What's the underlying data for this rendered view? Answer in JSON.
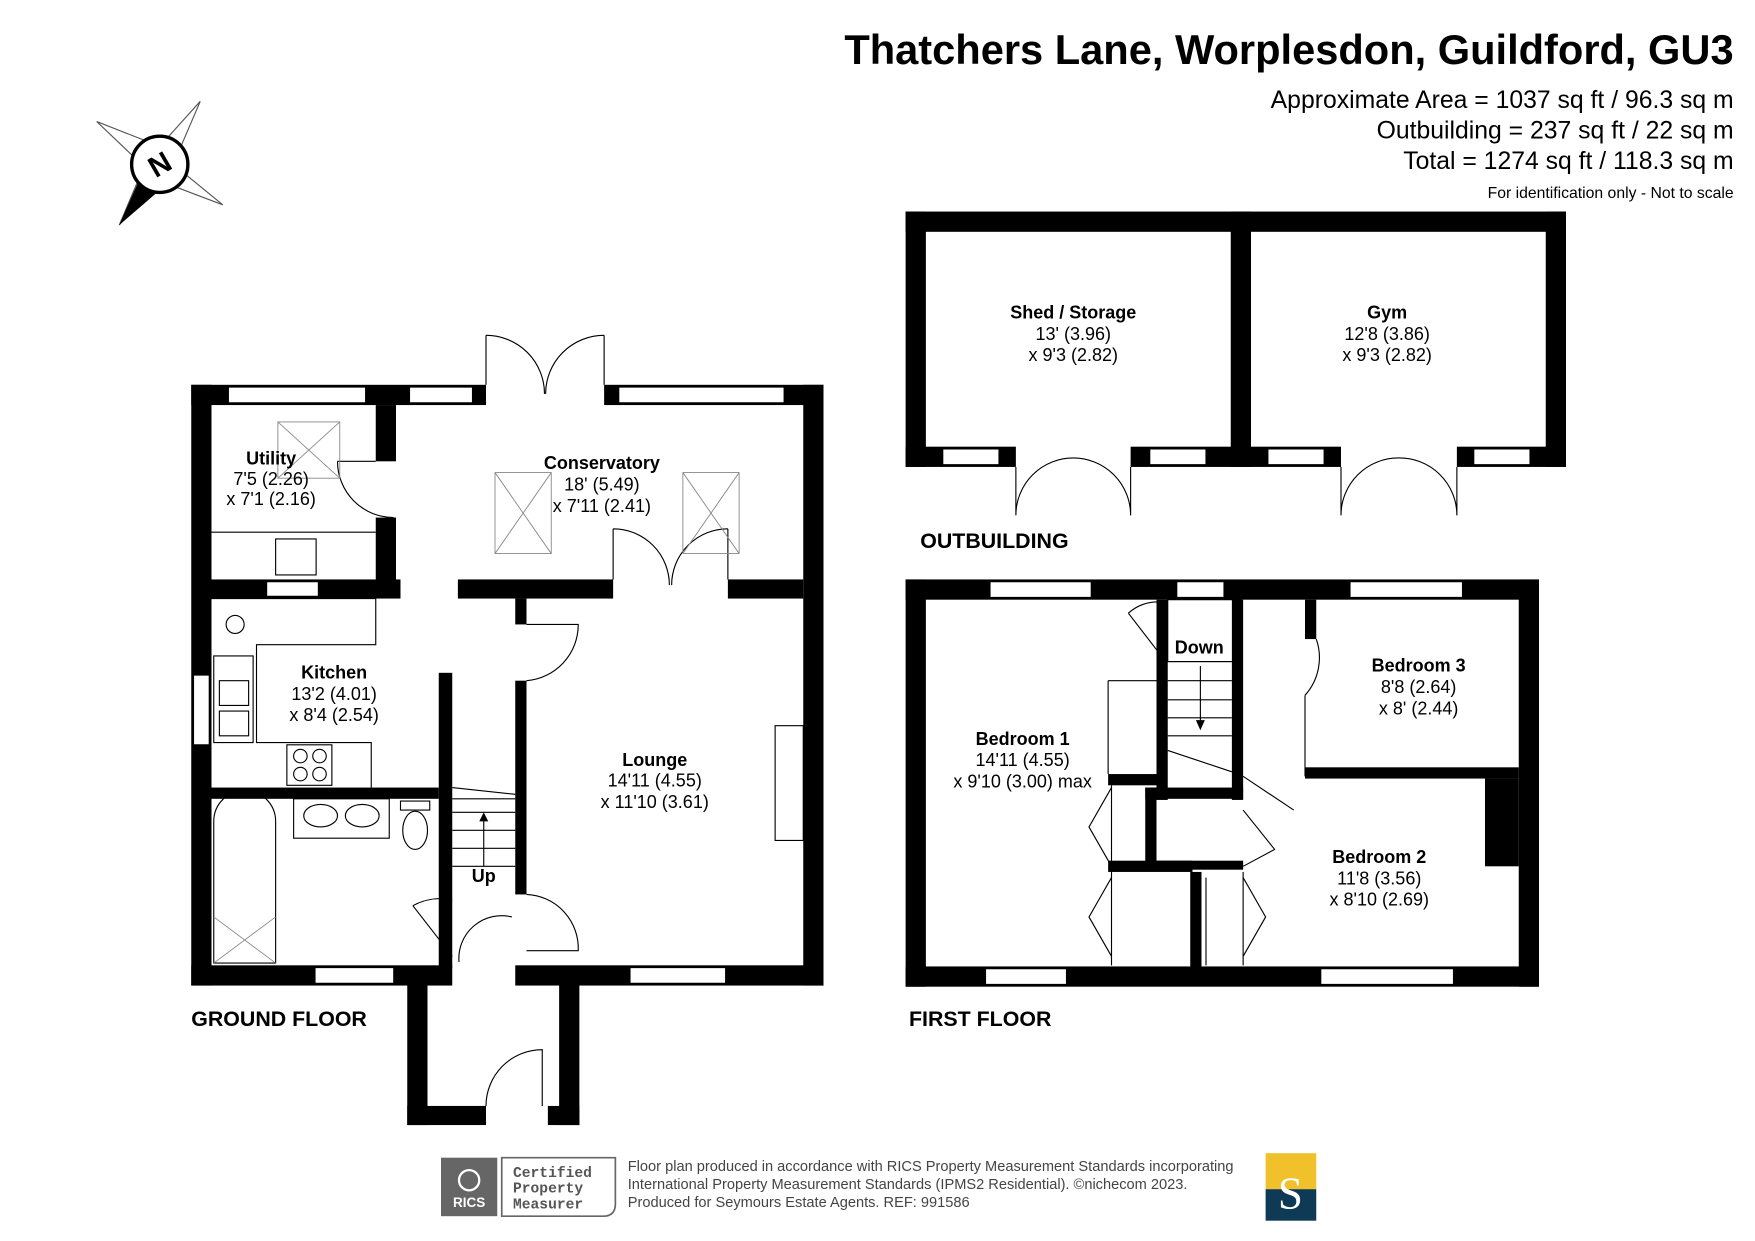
{
  "header": {
    "title": "Thatchers Lane, Worplesdon, Guildford, GU3",
    "area_lines": [
      "Approximate Area = 1037 sq ft / 96.3 sq m",
      "Outbuilding = 237 sq ft / 22 sq m",
      "Total = 1274 sq ft / 118.3 sq m"
    ],
    "note": "For identification only - Not to scale"
  },
  "compass": {
    "label": "N"
  },
  "ground_floor": {
    "label": "GROUND FLOOR",
    "rooms": {
      "utility": {
        "name": "Utility",
        "dim1": "7'5 (2.26)",
        "dim2": "x 7'1 (2.16)"
      },
      "conservatory": {
        "name": "Conservatory",
        "dim1": "18' (5.49)",
        "dim2": "x 7'11 (2.41)"
      },
      "kitchen": {
        "name": "Kitchen",
        "dim1": "13'2 (4.01)",
        "dim2": "x 8'4 (2.54)"
      },
      "lounge": {
        "name": "Lounge",
        "dim1": "14'11 (4.55)",
        "dim2": "x 11'10 (3.61)"
      }
    },
    "stairs_label": "Up"
  },
  "outbuilding": {
    "label": "OUTBUILDING",
    "rooms": {
      "shed": {
        "name": "Shed / Storage",
        "dim1": "13' (3.96)",
        "dim2": "x 9'3 (2.82)"
      },
      "gym": {
        "name": "Gym",
        "dim1": "12'8 (3.86)",
        "dim2": "x 9'3 (2.82)"
      }
    }
  },
  "first_floor": {
    "label": "FIRST FLOOR",
    "rooms": {
      "bedroom1": {
        "name": "Bedroom 1",
        "dim1": "14'11 (4.55)",
        "dim2": "x 9'10 (3.00) max"
      },
      "bedroom2": {
        "name": "Bedroom 2",
        "dim1": "11'8 (3.56)",
        "dim2": "x 8'10 (2.69)"
      },
      "bedroom3": {
        "name": "Bedroom 3",
        "dim1": "8'8 (2.64)",
        "dim2": "x 8' (2.44)"
      }
    },
    "stairs_label": "Down"
  },
  "footer": {
    "badge_logo": "RICS",
    "badge_lines": [
      "Certified",
      "Property",
      "Measurer"
    ],
    "lines": [
      "Floor plan produced in accordance with RICS Property Measurement Standards incorporating",
      "International Property Measurement Standards (IPMS2 Residential).   ©nichecom 2023.",
      "Produced for Seymours Estate Agents.   REF: 991586"
    ],
    "agent_logo": "S",
    "colors": {
      "agent_yellow": "#f0c12b",
      "agent_navy": "#0e3a56",
      "badge_grey": "#666666"
    }
  }
}
